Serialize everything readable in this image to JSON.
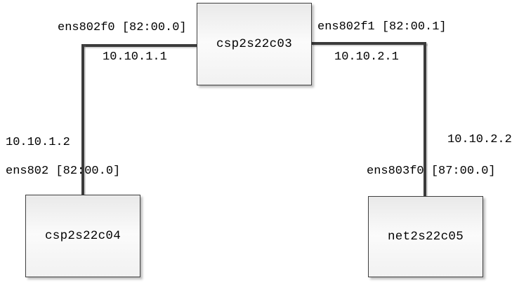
{
  "diagram": {
    "type": "network-topology",
    "nodes": [
      {
        "id": "csp2s22c03",
        "label": "csp2s22c03",
        "role": "top-center"
      },
      {
        "id": "csp2s22c04",
        "label": "csp2s22c04",
        "role": "bottom-left"
      },
      {
        "id": "net2s22c05",
        "label": "net2s22c05",
        "role": "bottom-right"
      }
    ],
    "links": [
      {
        "from": "csp2s22c03",
        "to": "csp2s22c04",
        "from_interface": "ens802f0 [82:00.0]",
        "from_ip": "10.10.1.1",
        "to_ip": "10.10.1.2",
        "to_interface": "ens802 [82:00.0]"
      },
      {
        "from": "csp2s22c03",
        "to": "net2s22c05",
        "from_interface": "ens802f1 [82:00.1]",
        "from_ip": "10.10.2.1",
        "to_ip": "10.10.2.2",
        "to_interface": "ens803f0 [87:00.0]"
      }
    ],
    "colors": {
      "background": "#ffffff",
      "line": "#3b3b3b",
      "node_border": "#3f3f3f",
      "node_fill_top": "#e9e9e9",
      "node_fill_mid": "#fbfbfb",
      "node_fill_bottom": "#f1f1f1",
      "text": "#000000"
    }
  }
}
